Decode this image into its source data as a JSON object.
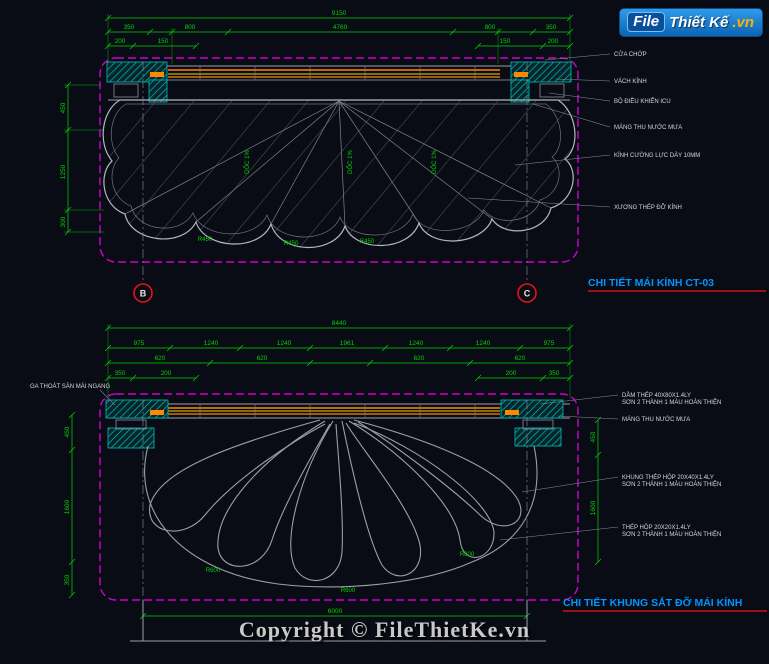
{
  "logo": {
    "file": "File",
    "brand": "Thiết Kế",
    "vn": ".vn"
  },
  "watermark": "Copyright © FileThietKe.vn",
  "d1": {
    "title": "CHI TIẾT MÁI KÍNH CT-03",
    "callout_left": "B",
    "callout_right": "C",
    "dim_total": "9150",
    "dims_row2": [
      "350",
      "800",
      "4760",
      "800",
      "350"
    ],
    "dims_row3": [
      "200",
      "150",
      "150",
      "200"
    ],
    "dims_left": [
      "450",
      "1250",
      "300"
    ],
    "notes_slope": [
      "DỐC 1%",
      "DỐC 1%",
      "DỐC 1%"
    ],
    "notes_radius": [
      "R450",
      "R450",
      "R450"
    ],
    "labels": [
      "CỬA CHỚP",
      "VÁCH KÍNH",
      "BỘ ĐIỀU KHIỂN ICU",
      "MÁNG THU NƯỚC MƯA",
      "KÍNH CƯỜNG LỰC DÀY 10MM",
      "XƯƠNG THÉP ĐỠ KÍNH"
    ]
  },
  "d2": {
    "title": "CHI TIẾT KHUNG SẮT ĐỠ MÁI KÍNH",
    "left_label": "GA THOÁT SÀN MÁI NGANG",
    "dim_total": "8440",
    "dims_row2": [
      "975",
      "1240",
      "1240",
      "1961",
      "1240",
      "1240",
      "975"
    ],
    "dims_row3": [
      "620",
      "620",
      "620",
      "620"
    ],
    "dims_row4": [
      "350",
      "200",
      "200",
      "350"
    ],
    "dims_left": [
      "450",
      "1600",
      "350"
    ],
    "dims_right": [
      "450",
      "1600"
    ],
    "dim_bottom": "6000",
    "notes_radius": [
      "R600",
      "R600",
      "R600"
    ],
    "labels_right": [
      {
        "l1": "DẦM THÉP 40X80X1.4LY",
        "l2": "SƠN 2 THÀNH 1 MÀU HOÀN THIỆN"
      },
      {
        "l1": "MÁNG THU NƯỚC MƯA",
        "l2": ""
      },
      {
        "l1": "KHUNG THÉP HỘP 20X40X1.4LY",
        "l2": "SƠN 2 THÀNH 1 MÀU HOÀN THIỆN"
      },
      {
        "l1": "THÉP HỘP 20X20X1.4LY",
        "l2": "SƠN 2 THÀNH 1 MÀU HOÀN THIỆN"
      }
    ]
  }
}
